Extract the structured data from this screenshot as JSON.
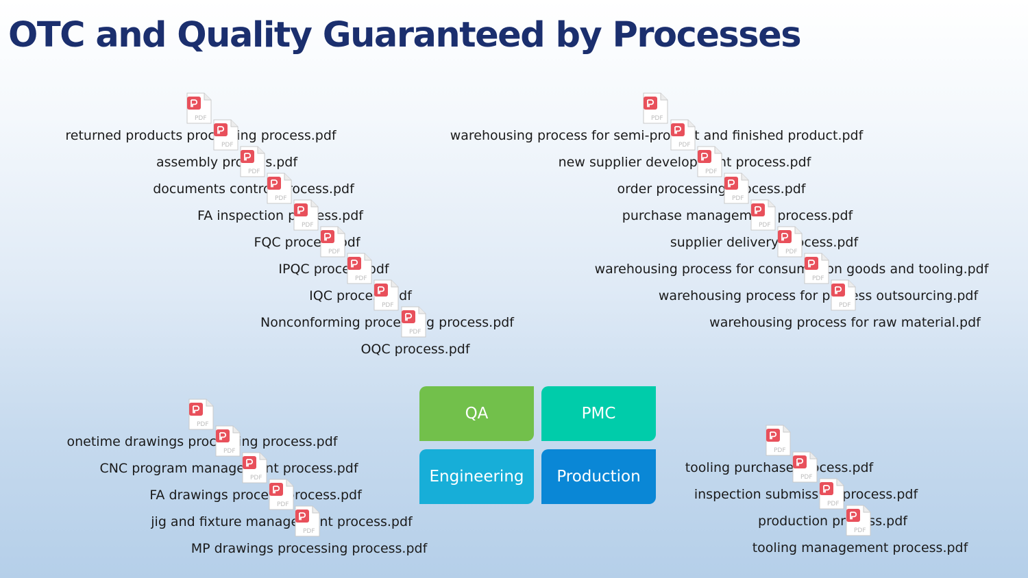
{
  "title": "OTC and Quality Guaranteed by Processes",
  "icon": "pdf-file-icon",
  "icon_badge": "PDF",
  "colors": {
    "title": "#1b2f6e",
    "qa": "#72c04b",
    "pmc": "#00ccaa",
    "engineering": "#17aed8",
    "production": "#0a87d6",
    "pdf_red": "#e8505b"
  },
  "groups": {
    "qa": [
      "returned products processing process.pdf",
      "assembly process.pdf",
      "documents control process.pdf",
      "FA inspection process.pdf",
      "FQC process.pdf",
      "IPQC process.pdf",
      "IQC process.pdf",
      "Nonconforming processing process.pdf",
      "OQC process.pdf"
    ],
    "pmc": [
      "warehousing process for semi-product and finished product.pdf",
      "new supplier development process.pdf",
      "order processing process.pdf",
      "purchase management process.pdf",
      "supplier delivery process.pdf",
      "warehousing process for consumption goods and tooling.pdf",
      "warehousing process for process outsourcing.pdf",
      "warehousing process for raw material.pdf"
    ],
    "engineering": [
      "onetime drawings processing process.pdf",
      "CNC program management process.pdf",
      "FA drawings process process.pdf",
      "jig and fixture management process.pdf",
      "MP drawings processing process.pdf"
    ],
    "production": [
      "tooling purchase process.pdf",
      "inspection submission process.pdf",
      "production process.pdf",
      "tooling management process.pdf"
    ]
  },
  "tiles": {
    "qa": "QA",
    "pmc": "PMC",
    "engineering": "Engineering",
    "production": "Production"
  }
}
